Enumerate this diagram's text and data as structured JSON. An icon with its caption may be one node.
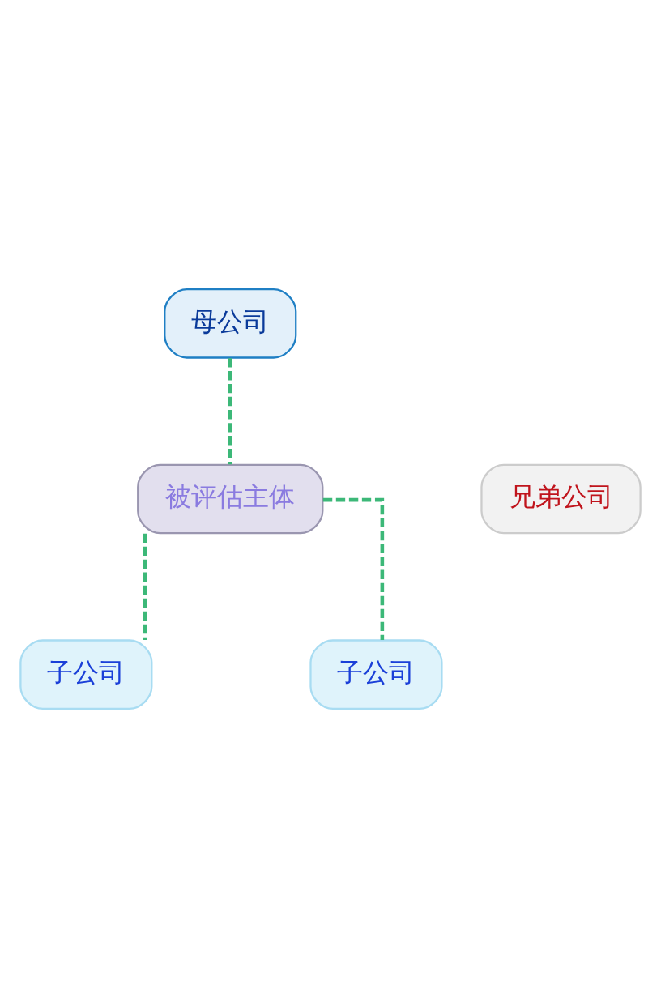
{
  "diagram": {
    "nodes": [
      {
        "text": [
          "母公司"
        ]
      },
      {
        "text": [
          "被评估主体"
        ]
      },
      {
        "text": [
          "兄弟公司"
        ]
      },
      {
        "text": [
          "子公司"
        ]
      },
      {
        "text": [
          "子公司"
        ]
      }
    ],
    "edges": [
      {
        "from": 0,
        "to": 1,
        "arrow": "none",
        "style": "dashed"
      },
      {
        "from": 1,
        "to": 3,
        "arrow": "none",
        "style": "dashed"
      },
      {
        "from": 1,
        "to": 4,
        "arrow": "none",
        "style": "dashed"
      }
    ]
  }
}
